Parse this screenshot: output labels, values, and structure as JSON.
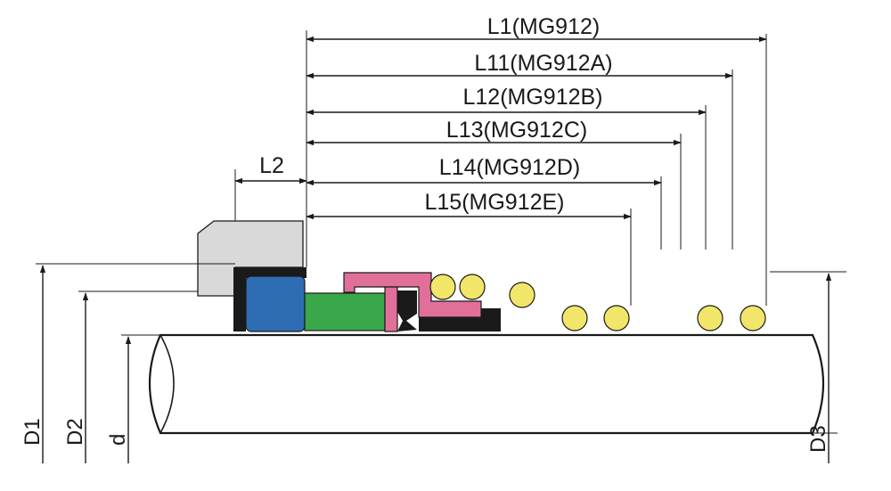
{
  "labels": {
    "l1": "L1(MG912)",
    "l11": "L11(MG912A)",
    "l12": "L12(MG912B)",
    "l13": "L13(MG912C)",
    "l14": "L14(MG912D)",
    "l15": "L15(MG912E)",
    "l2": "L2",
    "d1": "D1",
    "d2": "D2",
    "d": "d",
    "d3": "D3"
  },
  "colors": {
    "line": "#1a1a1a",
    "seat_housing": "#d9d9d9",
    "seat_ring": "#2e6db4",
    "face_ring": "#3aa84a",
    "spring_guide": "#e0709a",
    "spring_coil": "#f2e66a",
    "rubber": "#1a1a1a",
    "shaft": "#ffffff"
  }
}
